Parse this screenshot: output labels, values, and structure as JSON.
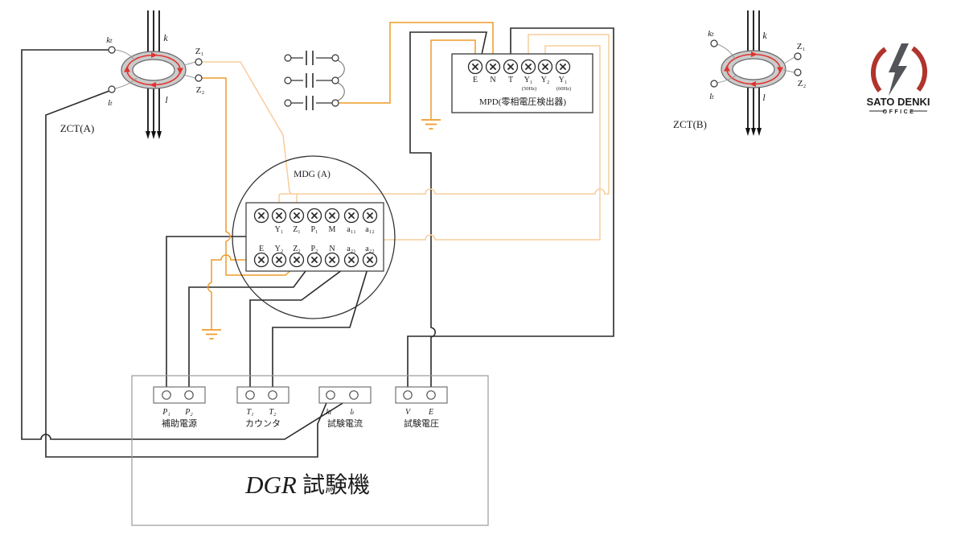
{
  "diagram": {
    "zct": {
      "a_label": "ZCT(A)",
      "b_label": "ZCT(B)",
      "k": "k",
      "l": "l",
      "kt": "kₜ",
      "lt": "lₜ",
      "z1": "Z₁",
      "z2": "Z₂"
    },
    "mpd": {
      "label": "MPD(零相電圧検出器)",
      "t_e": "E",
      "t_n": "N",
      "t_t": "T",
      "t_y1": "Y₁",
      "t_y2": "Y₂",
      "t_y1b": "Y₁",
      "hz50": "(50Hz)",
      "hz60": "(60Hz)"
    },
    "mdg": {
      "label": "MDG (A)",
      "top": [
        "",
        "Y₁",
        "Z₁",
        "P₁",
        "M",
        "a₁₁",
        "a₁₂"
      ],
      "bottom": [
        "E",
        "Y₂",
        "Z₂",
        "P₂",
        "N",
        "a₂₁",
        "a₂₂"
      ]
    },
    "dgr": {
      "title_latin": "DGR",
      "title_ja": "試験機",
      "p1": "P₁",
      "p2": "P₂",
      "t1": "T₁",
      "t2": "T₂",
      "kt": "kₜ",
      "lt": "lₜ",
      "v": "V",
      "e": "E",
      "cap_aux": "補助電源",
      "cap_counter": "カウンタ",
      "cap_current": "試験電流",
      "cap_voltage": "試験電圧"
    },
    "logo": {
      "name": "SATO DENKI",
      "sub": "OFFICE"
    },
    "colors": {
      "black_wire": "#2a2a2a",
      "orange": "#ef9b28",
      "pale_orange": "#f7cd9c",
      "core_red": "#e0342f",
      "logo_red": "#b0342c"
    }
  }
}
